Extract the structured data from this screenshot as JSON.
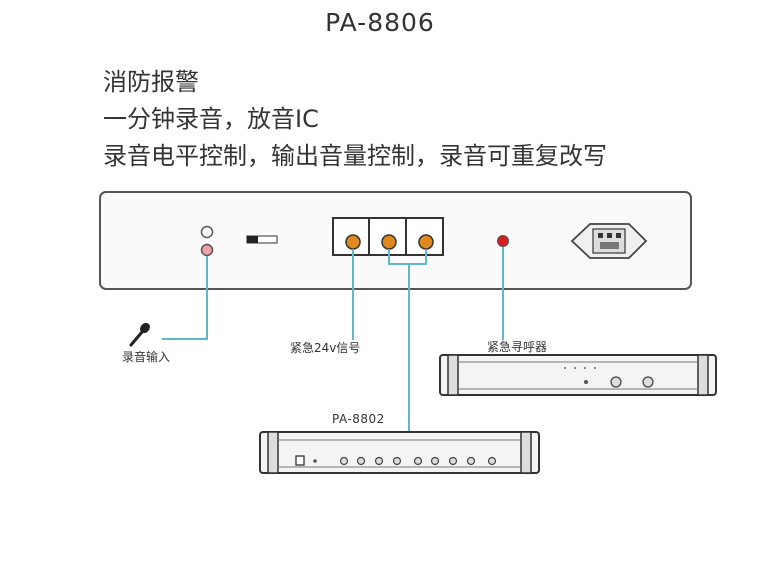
{
  "title": "PA-8806",
  "features": [
    "消防报警",
    "一分钟录音，放音IC",
    "录音电平控制，输出音量控制，录音可重复改写"
  ],
  "labels": {
    "record_input": "录音输入",
    "emergency_24v": "紧急24v信号",
    "emergency_pager": "紧急寻呼器",
    "pa8802": "PA-8802"
  },
  "colors": {
    "line": "#5fb8c4",
    "terminal": "#e08a1e",
    "led_red": "#d81e1e",
    "jack_pink": "#f0a0a8"
  }
}
